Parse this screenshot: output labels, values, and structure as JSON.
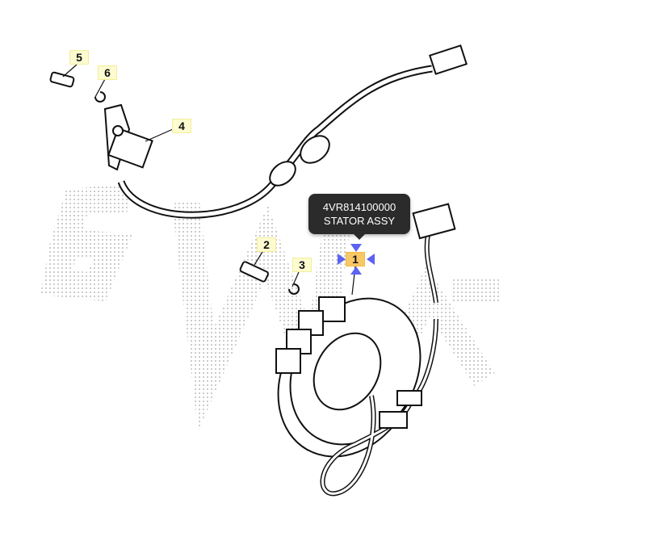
{
  "callouts": [
    {
      "label": "5"
    },
    {
      "label": "6"
    },
    {
      "label": "4"
    },
    {
      "label": "2"
    },
    {
      "label": "3"
    },
    {
      "label": "1"
    }
  ],
  "tooltip": {
    "part_number": "4VR814100000",
    "part_name": "STATOR ASSY"
  },
  "colors": {
    "highlight": "#f7c865",
    "callout_bg": "#fdfbd0",
    "arrow": "#5b63f0",
    "tooltip_bg": "#2b2b2b"
  }
}
